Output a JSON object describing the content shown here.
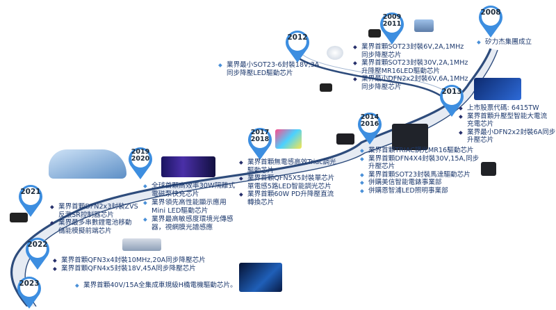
{
  "colors": {
    "road_edge": "#2e4c7c",
    "road_fill": "#e6ebf3",
    "pin_ring": "#3d8ee0",
    "bullet_light": "#4a90d8",
    "bullet_dark": "#27306b",
    "text": "#1e3a6e"
  },
  "milestones": [
    {
      "year": "2008",
      "items": [
        {
          "text": "矽力杰集團成立",
          "bullet": "light"
        }
      ]
    },
    {
      "year": "2009\n2011",
      "items": [
        {
          "text": "業界首顆SOT23封裝6V,2A,1MHz\n同步降壓芯片",
          "bullet": "dark"
        },
        {
          "text": "業界首顆SOT23封裝30V,2A,1MHz\n升降壓MR16LED驅動芯片",
          "bullet": "dark"
        },
        {
          "text": "業界最小DFN2x2封裝6V,6A,1MHz\n同步降壓芯片",
          "bullet": "dark"
        }
      ]
    },
    {
      "year": "2012",
      "items": [
        {
          "text": "業界最小SOT23-6封裝18V,3A\n同步降壓LED驅動芯片",
          "bullet": "light"
        }
      ]
    },
    {
      "year": "2013",
      "items": [
        {
          "text": "上市股票代碼: 6415TW",
          "bullet": "dark"
        },
        {
          "text": "業界首顆升壓型智能大電流\n充電芯片",
          "bullet": "dark"
        },
        {
          "text": "業界最小DFN2x2封裝6A同步\n升壓芯片",
          "bullet": "dark"
        }
      ]
    },
    {
      "year": "2014\n2016",
      "items": [
        {
          "text": "業界首顆TRIAC調光MR16驅動芯片",
          "bullet": "light"
        },
        {
          "text": "業界首顆DFN4X4封裝30V,15A,同步\n升壓芯片",
          "bullet": "light"
        },
        {
          "text": "業界首顆SOT23封裝馬達驅動芯片",
          "bullet": "light"
        },
        {
          "text": "併購美信智能電錶事業部",
          "bullet": "light"
        },
        {
          "text": "併購恩智浦LED照明事業部",
          "bullet": "light"
        }
      ]
    },
    {
      "year": "2017\n2018",
      "items": [
        {
          "text": "業界首顆無電感高效Triac調光\n驅動芯片",
          "bullet": "dark"
        },
        {
          "text": "業界首顆QFN5X5封裝單芯片\n單電感5路LED智能調光芯片",
          "bullet": "dark"
        },
        {
          "text": "業界首顆60W PD升降壓直流\n轉換芯片",
          "bullet": "dark"
        }
      ]
    },
    {
      "year": "2019\n2020",
      "items": [
        {
          "text": "全球首顆高效率30W隔離式\n電磁泵快充芯片",
          "bullet": "light"
        },
        {
          "text": "業界領先高性能顯示應用\nMini LED驅動芯片",
          "bullet": "light"
        },
        {
          "text": "業界最高敏感度環境光傳感\n器，視網膜光譜感應",
          "bullet": "light"
        }
      ]
    },
    {
      "year": "2021",
      "items": [
        {
          "text": "業界首顆DFN2x3封裝ZVS\n反激SR控制器芯片",
          "bullet": "dark"
        },
        {
          "text": "業界最多串數鋰電池移動\n儲能模擬前端芯片",
          "bullet": "dark"
        }
      ]
    },
    {
      "year": "2022",
      "items": [
        {
          "text": "業界首顆QFN3x4封裝10MHz,20A同步降壓芯片",
          "bullet": "dark"
        },
        {
          "text": "業界首顆QFN4x5封裝18V,45A同步降壓芯片",
          "bullet": "dark"
        }
      ]
    },
    {
      "year": "2023",
      "items": [
        {
          "text": "業界首顆40V/15A全集成車規級H橋電機驅動芯片。",
          "bullet": "light"
        }
      ]
    }
  ]
}
